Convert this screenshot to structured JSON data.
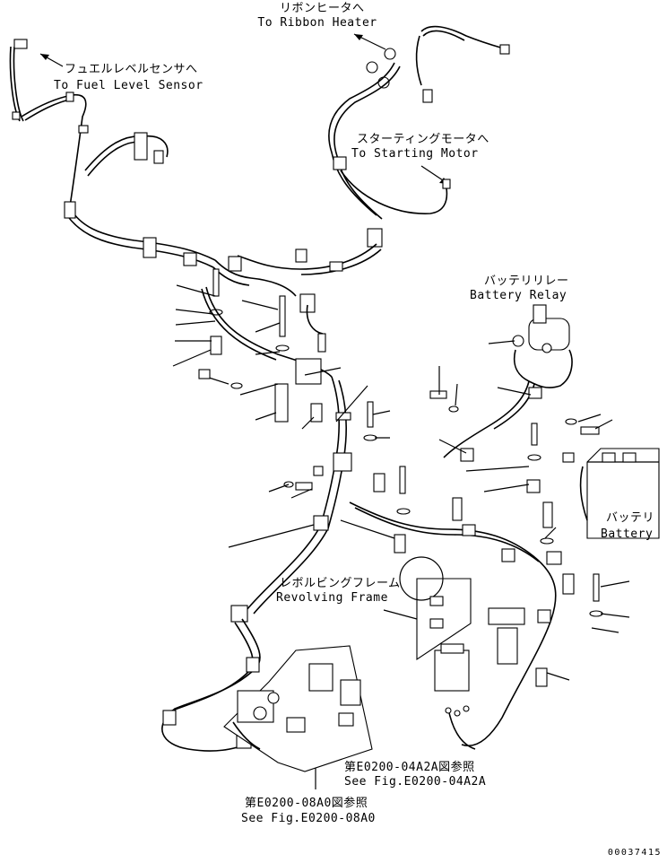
{
  "labels": {
    "ribbon_heater": {
      "jp": "リボンヒータへ",
      "en": "To Ribbon Heater"
    },
    "fuel_level_sensor": {
      "jp": "フュエルレベルセンサへ",
      "en": "To Fuel Level Sensor"
    },
    "starting_motor": {
      "jp": "スターティングモータへ",
      "en": "To Starting Motor"
    },
    "battery_relay": {
      "jp": "バッテリリレー",
      "en": "Battery Relay"
    },
    "battery": {
      "jp": "バッテリ",
      "en": "Battery"
    },
    "revolving_frame": {
      "jp": "レボルビングフレーム",
      "en": "Revolving Frame"
    },
    "ref_04a2a": {
      "jp": "第E0200-04A2A図参照",
      "en": "See Fig.E0200-04A2A"
    },
    "ref_08a0": {
      "jp": "第E0200-08A0図参照",
      "en": "See Fig.E0200-08A0"
    }
  },
  "drawing_code": "00037415"
}
